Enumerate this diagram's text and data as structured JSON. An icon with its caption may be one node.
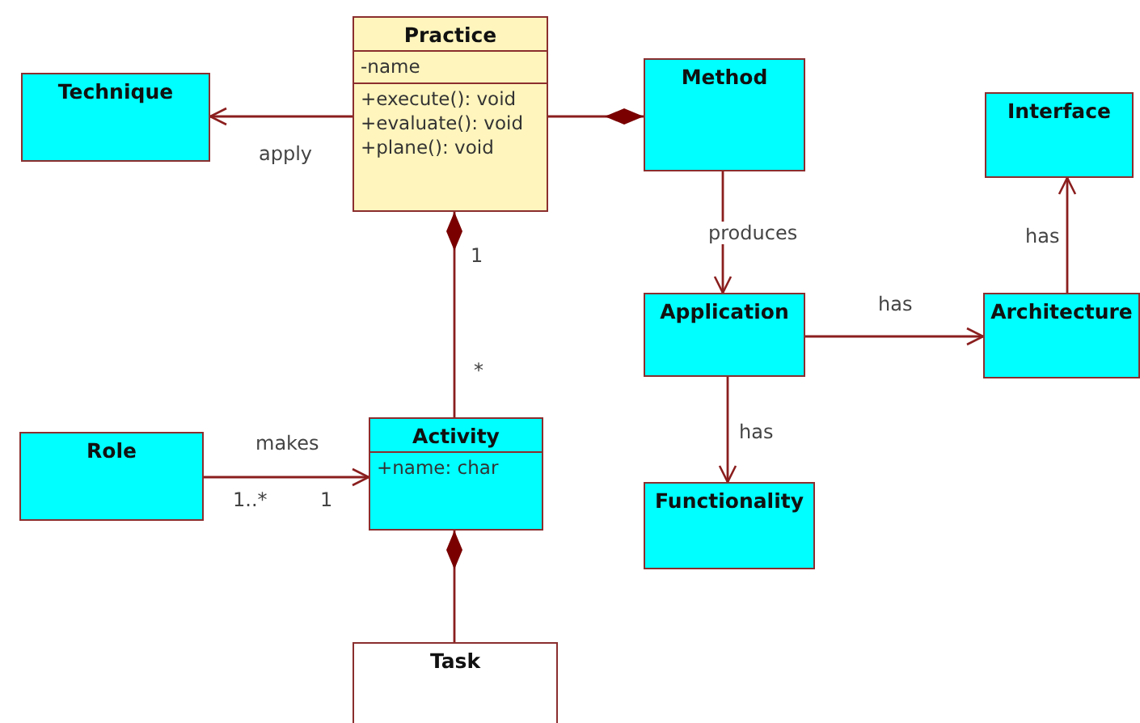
{
  "diagram": {
    "nodes": [
      {
        "text": [
          "Practice",
          "-name",
          "+execute(): void",
          "+evaluate(): void",
          "+plane(): void"
        ]
      },
      {
        "text": [
          "Technique"
        ]
      },
      {
        "text": [
          "Method"
        ]
      },
      {
        "text": [
          "Interface"
        ]
      },
      {
        "text": [
          "Application"
        ]
      },
      {
        "text": [
          "Architecture"
        ]
      },
      {
        "text": [
          "Activity",
          "+name: char"
        ]
      },
      {
        "text": [
          "Role"
        ]
      },
      {
        "text": [
          "Functionality"
        ]
      },
      {
        "text": [
          "Task"
        ]
      }
    ],
    "edges": [
      {
        "from": 0,
        "to": 1,
        "arrow": "to",
        "label": "apply"
      },
      {
        "from": 0,
        "to": 2,
        "arrow": "other"
      },
      {
        "from": 2,
        "to": 4,
        "arrow": "to",
        "label": "produces"
      },
      {
        "from": 4,
        "to": 5,
        "arrow": "to",
        "label": "has"
      },
      {
        "from": 5,
        "to": 3,
        "arrow": "to",
        "label": "has"
      },
      {
        "from": 4,
        "to": 8,
        "arrow": "to",
        "label": "has"
      },
      {
        "from": 6,
        "to": 0,
        "arrow": "other"
      },
      {
        "from": 7,
        "to": 6,
        "arrow": "to",
        "label": "makes"
      },
      {
        "from": 9,
        "to": 6,
        "arrow": "other"
      }
    ],
    "labels": [
      "1",
      "*",
      "1..*",
      "1"
    ]
  }
}
